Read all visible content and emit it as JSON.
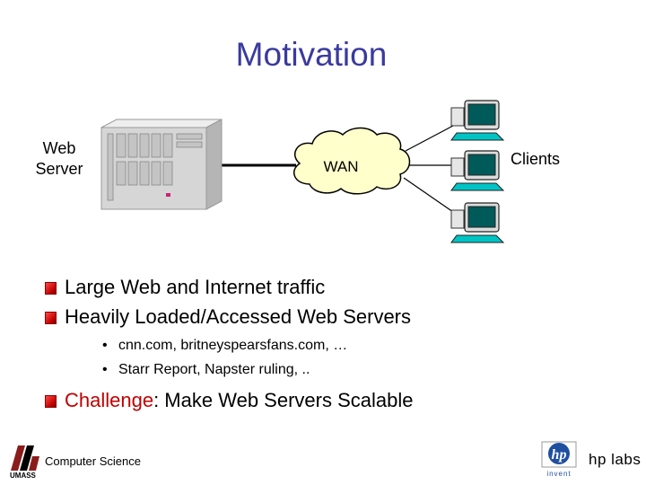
{
  "slide": {
    "title": "Motivation"
  },
  "diagram": {
    "web_server_label": "Web\nServer",
    "wan_label": "WAN",
    "clients_label": "Clients",
    "client_count": 3
  },
  "bullets": [
    {
      "text": "Large Web and Internet traffic"
    },
    {
      "text": "Heavily Loaded/Accessed Web Servers"
    }
  ],
  "sub_bullets": [
    {
      "text": "cnn.com, britneyspearsfans.com, …"
    },
    {
      "text": "Starr Report, Napster ruling, .."
    }
  ],
  "challenge": {
    "keyword": "Challenge",
    "rest": ": Make Web Servers Scalable"
  },
  "footer": {
    "department": "Computer Science",
    "umass_logo_text": "UMASS",
    "hp_logo_text": "hp",
    "hp_invent_text": "invent",
    "hp_labs_text": "hp labs"
  },
  "colors": {
    "title": "#3a3aa0",
    "challenge": "#c00000",
    "bullet": "#c00000",
    "cloud_fill": "#ffffcc",
    "server_body": "#d4d4d4",
    "hp_blue": "#1f4f9f"
  }
}
